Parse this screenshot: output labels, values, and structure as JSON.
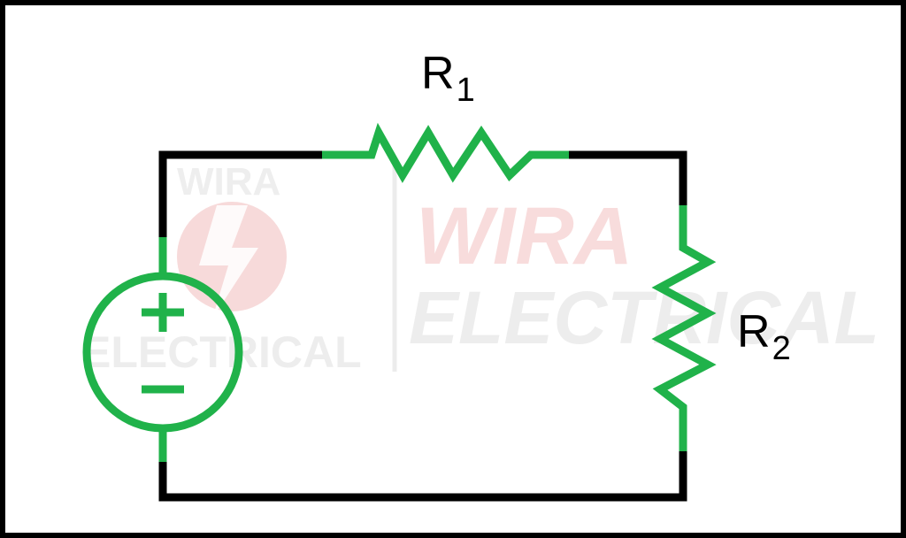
{
  "diagram": {
    "type": "circuit-schematic",
    "colors": {
      "frame": "#000000",
      "wire": "#000000",
      "component": "#20b24a",
      "watermark_red": "#f6d6d6",
      "watermark_gray": "#ececec"
    },
    "source": {
      "kind": "voltage-source",
      "plus_symbol": "+",
      "minus_symbol": "−"
    },
    "resistors": [
      {
        "id": "r1",
        "label": "R",
        "subscript": "1"
      },
      {
        "id": "r2",
        "label": "R",
        "subscript": "2"
      }
    ],
    "watermark": {
      "logo_text_top": "WIRA",
      "logo_text_bottom": "ELECTRICAL",
      "big_text_top": "WIRA",
      "big_text_bottom": "ELECTRICAL"
    }
  }
}
